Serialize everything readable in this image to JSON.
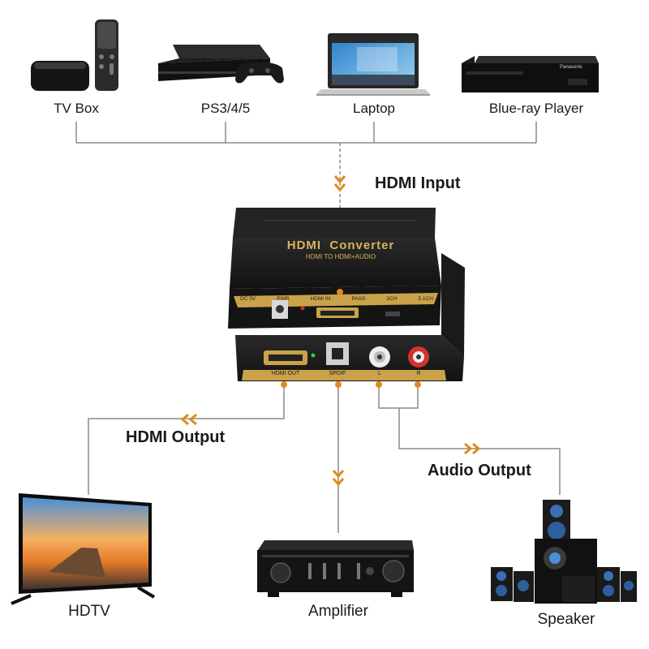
{
  "sources": {
    "tv_box": "TV Box",
    "ps": "PS3/4/5",
    "laptop": "Laptop",
    "bluray": "Blue-ray Player"
  },
  "flow_labels": {
    "hdmi_input": "HDMI Input",
    "hdmi_output": "HDMI Output",
    "audio_output": "Audio Output"
  },
  "device": {
    "title": "HDMI  Converter",
    "subtitle": "HDMI TO HDMI+AUDIO",
    "top_ports": [
      "DC 5V",
      "PWR",
      "HDMI IN",
      "PASS",
      "2CH",
      "5.1CH"
    ],
    "bottom_ports": [
      "HDMI OUT",
      "SPDIF",
      "L",
      "R"
    ]
  },
  "outputs": {
    "hdtv": "HDTV",
    "amplifier": "Amplifier",
    "speaker": "Speaker"
  },
  "bluray_brand": "Panasonic",
  "colors": {
    "line": "#8a8a8a",
    "accent": "#e08a1e",
    "device_body": "#1c1c1c",
    "port_band": "#c9a24a"
  }
}
